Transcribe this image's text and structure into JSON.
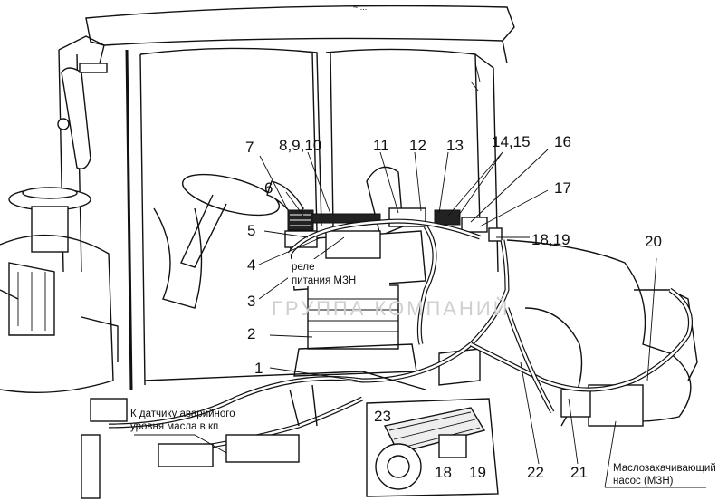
{
  "top_mark": "~ ...",
  "watermark": "ГРУППА КОМПАНИЙ",
  "callouts": {
    "c1": "1",
    "c2": "2",
    "c3": "3",
    "c4": "4",
    "c5": "5",
    "c6": "6",
    "c7": "7",
    "c8_10": "8,9,10",
    "c11": "11",
    "c12": "12",
    "c13": "13",
    "c14_15": "14,15",
    "c16": "16",
    "c17": "17",
    "c18_19": "18,19",
    "c20": "20",
    "c21": "21",
    "c22": "22",
    "c23": "23",
    "c18": "18",
    "c19": "19"
  },
  "captions": {
    "relay_line1": "реле",
    "relay_line2": "питания МЗН",
    "sensor_line1": "К датчику аварийного",
    "sensor_line2": "уровня масла в кп",
    "pump_line1": "Маслозакачивающий",
    "pump_line2": "насос (МЗН)"
  }
}
